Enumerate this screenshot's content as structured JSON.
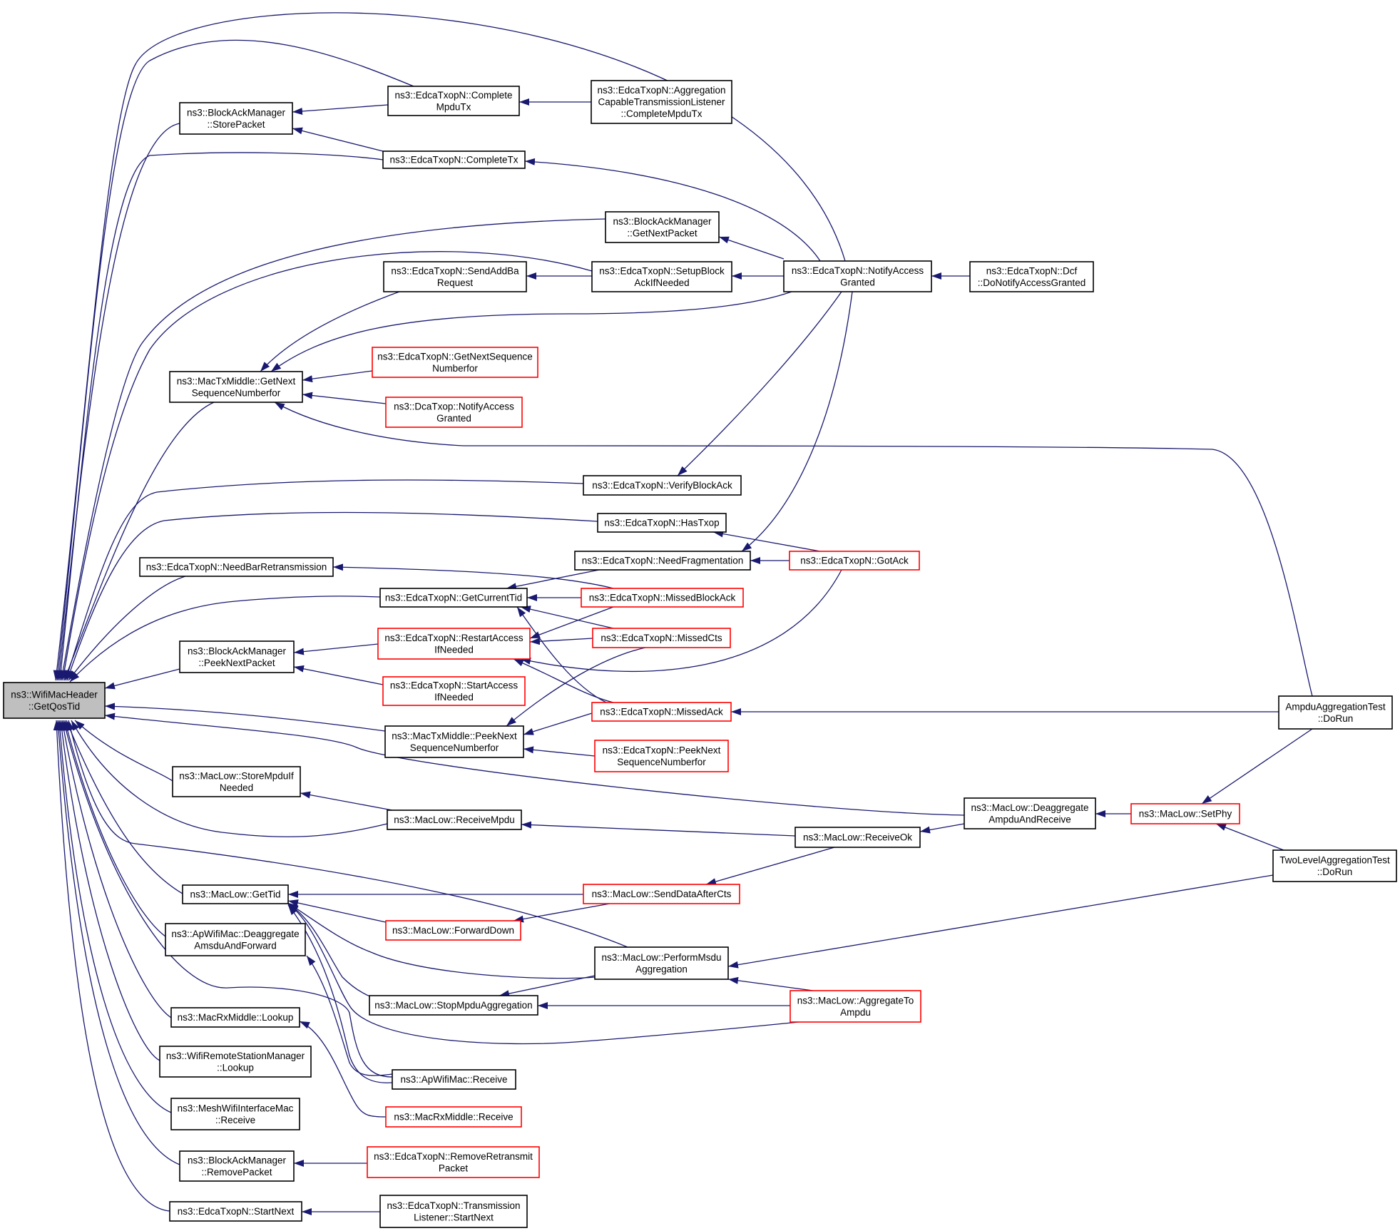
{
  "colors": {
    "edge": "#191970",
    "box_normal": "#000000",
    "box_red": "#ff0000",
    "root_fill": "#bfbfbf",
    "node_fill": "#ffffff"
  },
  "nodes": [
    {
      "id": "root",
      "lines": [
        "ns3::WifiMacHeader",
        "::GetQosTid"
      ],
      "style": "root"
    },
    {
      "id": "bam_store",
      "lines": [
        "ns3::BlockAckManager",
        "::StorePacket"
      ],
      "style": "normal"
    },
    {
      "id": "complete_mpdu",
      "lines": [
        "ns3::EdcaTxopN::Complete",
        "MpduTx"
      ],
      "style": "normal"
    },
    {
      "id": "agg_complete",
      "lines": [
        "ns3::EdcaTxopN::Aggregation",
        "CapableTransmissionListener",
        "::CompleteMpduTx"
      ],
      "style": "normal"
    },
    {
      "id": "complete_tx",
      "lines": [
        "ns3::EdcaTxopN::CompleteTx"
      ],
      "style": "normal"
    },
    {
      "id": "bam_getnext",
      "lines": [
        "ns3::BlockAckManager",
        "::GetNextPacket"
      ],
      "style": "normal"
    },
    {
      "id": "send_addba",
      "lines": [
        "ns3::EdcaTxopN::SendAddBa",
        "Request"
      ],
      "style": "normal"
    },
    {
      "id": "setup_block",
      "lines": [
        "ns3::EdcaTxopN::SetupBlock",
        "AckIfNeeded"
      ],
      "style": "normal"
    },
    {
      "id": "notify_access",
      "lines": [
        "ns3::EdcaTxopN::NotifyAccess",
        "Granted"
      ],
      "style": "normal"
    },
    {
      "id": "dcf_notify",
      "lines": [
        "ns3::EdcaTxopN::Dcf",
        "::DoNotifyAccessGranted"
      ],
      "style": "normal"
    },
    {
      "id": "mtm_getnext",
      "lines": [
        "ns3::MacTxMiddle::GetNext",
        "SequenceNumberfor"
      ],
      "style": "normal"
    },
    {
      "id": "getnextseq",
      "lines": [
        "ns3::EdcaTxopN::GetNextSequence",
        "Numberfor"
      ],
      "style": "red"
    },
    {
      "id": "dca_notify",
      "lines": [
        "ns3::DcaTxop::NotifyAccess",
        "Granted"
      ],
      "style": "red"
    },
    {
      "id": "verify_ba",
      "lines": [
        "ns3::EdcaTxopN::VerifyBlockAck"
      ],
      "style": "normal"
    },
    {
      "id": "has_txop",
      "lines": [
        "ns3::EdcaTxopN::HasTxop"
      ],
      "style": "normal"
    },
    {
      "id": "need_frag",
      "lines": [
        "ns3::EdcaTxopN::NeedFragmentation"
      ],
      "style": "normal"
    },
    {
      "id": "got_ack",
      "lines": [
        "ns3::EdcaTxopN::GotAck"
      ],
      "style": "red"
    },
    {
      "id": "need_bar",
      "lines": [
        "ns3::EdcaTxopN::NeedBarRetransmission"
      ],
      "style": "normal"
    },
    {
      "id": "get_current_tid",
      "lines": [
        "ns3::EdcaTxopN::GetCurrentTid"
      ],
      "style": "normal"
    },
    {
      "id": "missed_ba",
      "lines": [
        "ns3::EdcaTxopN::MissedBlockAck"
      ],
      "style": "red"
    },
    {
      "id": "bam_peek",
      "lines": [
        "ns3::BlockAckManager",
        "::PeekNextPacket"
      ],
      "style": "normal"
    },
    {
      "id": "restart_access",
      "lines": [
        "ns3::EdcaTxopN::RestartAccess",
        "IfNeeded"
      ],
      "style": "red"
    },
    {
      "id": "missed_cts",
      "lines": [
        "ns3::EdcaTxopN::MissedCts"
      ],
      "style": "red"
    },
    {
      "id": "start_access",
      "lines": [
        "ns3::EdcaTxopN::StartAccess",
        "IfNeeded"
      ],
      "style": "red"
    },
    {
      "id": "mtm_peek",
      "lines": [
        "ns3::MacTxMiddle::PeekNext",
        "SequenceNumberfor"
      ],
      "style": "normal"
    },
    {
      "id": "missed_ack",
      "lines": [
        "ns3::EdcaTxopN::MissedAck"
      ],
      "style": "red"
    },
    {
      "id": "edca_peek",
      "lines": [
        "ns3::EdcaTxopN::PeekNext",
        "SequenceNumberfor"
      ],
      "style": "red"
    },
    {
      "id": "ampdu_test",
      "lines": [
        "AmpduAggregationTest",
        "::DoRun"
      ],
      "style": "normal"
    },
    {
      "id": "store_mpdu",
      "lines": [
        "ns3::MacLow::StoreMpduIf",
        "Needed"
      ],
      "style": "normal"
    },
    {
      "id": "receive_mpdu",
      "lines": [
        "ns3::MacLow::ReceiveMpdu"
      ],
      "style": "normal"
    },
    {
      "id": "receive_ok",
      "lines": [
        "ns3::MacLow::ReceiveOk"
      ],
      "style": "normal"
    },
    {
      "id": "deagg_ampdu",
      "lines": [
        "ns3::MacLow::Deaggregate",
        "AmpduAndReceive"
      ],
      "style": "normal"
    },
    {
      "id": "set_phy",
      "lines": [
        "ns3::MacLow::SetPhy"
      ],
      "style": "red"
    },
    {
      "id": "two_level",
      "lines": [
        "TwoLevelAggregationTest",
        "::DoRun"
      ],
      "style": "normal"
    },
    {
      "id": "get_tid",
      "lines": [
        "ns3::MacLow::GetTid"
      ],
      "style": "normal"
    },
    {
      "id": "send_data_cts",
      "lines": [
        "ns3::MacLow::SendDataAfterCts"
      ],
      "style": "red"
    },
    {
      "id": "forward_down",
      "lines": [
        "ns3::MacLow::ForwardDown"
      ],
      "style": "red"
    },
    {
      "id": "ap_deagg",
      "lines": [
        "ns3::ApWifiMac::Deaggregate",
        "AmsduAndForward"
      ],
      "style": "normal"
    },
    {
      "id": "perform_msdu",
      "lines": [
        "ns3::MacLow::PerformMsdu",
        "Aggregation"
      ],
      "style": "normal"
    },
    {
      "id": "stop_mpdu",
      "lines": [
        "ns3::MacLow::StopMpduAggregation"
      ],
      "style": "normal"
    },
    {
      "id": "agg_to_ampdu",
      "lines": [
        "ns3::MacLow::AggregateTo",
        "Ampdu"
      ],
      "style": "red"
    },
    {
      "id": "mrm_lookup",
      "lines": [
        "ns3::MacRxMiddle::Lookup"
      ],
      "style": "normal"
    },
    {
      "id": "wrsm_lookup",
      "lines": [
        "ns3::WifiRemoteStationManager",
        "::Lookup"
      ],
      "style": "normal"
    },
    {
      "id": "ap_receive",
      "lines": [
        "ns3::ApWifiMac::Receive"
      ],
      "style": "normal"
    },
    {
      "id": "mrm_receive",
      "lines": [
        "ns3::MacRxMiddle::Receive"
      ],
      "style": "red"
    },
    {
      "id": "mesh_receive",
      "lines": [
        "ns3::MeshWifiInterfaceMac",
        "::Receive"
      ],
      "style": "normal"
    },
    {
      "id": "bam_remove",
      "lines": [
        "ns3::BlockAckManager",
        "::RemovePacket"
      ],
      "style": "normal"
    },
    {
      "id": "remove_retx",
      "lines": [
        "ns3::EdcaTxopN::RemoveRetransmit",
        "Packet"
      ],
      "style": "red"
    },
    {
      "id": "start_next",
      "lines": [
        "ns3::EdcaTxopN::StartNext"
      ],
      "style": "normal"
    },
    {
      "id": "tl_startnext",
      "lines": [
        "ns3::EdcaTxopN::Transmission",
        "Listener::StartNext"
      ],
      "style": "normal"
    }
  ]
}
